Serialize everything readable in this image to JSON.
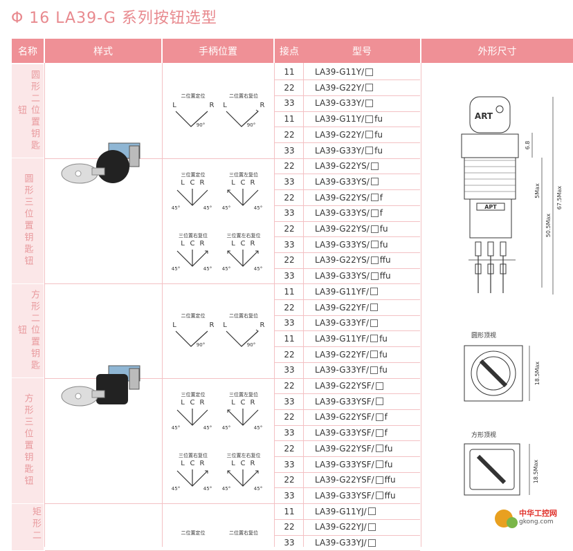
{
  "title": "Φ 16 LA39-G 系列按钮选型",
  "headers": [
    "名称",
    "样式",
    "手柄位置",
    "接点",
    "型号",
    "外形尺寸"
  ],
  "groups": [
    {
      "name": "圆形二位置钥匙钮",
      "rows": [
        [
          "11",
          "LA39-G11Y/",
          ""
        ],
        [
          "22",
          "LA39-G22Y/",
          ""
        ],
        [
          "33",
          "LA39-G33Y/",
          ""
        ],
        [
          "11",
          "LA39-G11Y/",
          "fu"
        ],
        [
          "22",
          "LA39-G22Y/",
          "fu"
        ],
        [
          "33",
          "LA39-G33Y/",
          "fu"
        ]
      ]
    },
    {
      "name": "圆形三位置钥匙钮",
      "rows": [
        [
          "22",
          "LA39-G22YS/",
          ""
        ],
        [
          "33",
          "LA39-G33YS/",
          ""
        ],
        [
          "22",
          "LA39-G22YS/",
          "f"
        ],
        [
          "33",
          "LA39-G33YS/",
          "f"
        ],
        [
          "22",
          "LA39-G22YS/",
          "fu"
        ],
        [
          "33",
          "LA39-G33YS/",
          "fu"
        ],
        [
          "22",
          "LA39-G22YS/",
          "ffu"
        ],
        [
          "33",
          "LA39-G33YS/",
          "ffu"
        ]
      ]
    },
    {
      "name": "方形二位置钥匙钮",
      "rows": [
        [
          "11",
          "LA39-G11YF/",
          ""
        ],
        [
          "22",
          "LA39-G22YF/",
          ""
        ],
        [
          "33",
          "LA39-G33YF/",
          ""
        ],
        [
          "11",
          "LA39-G11YF/",
          "fu"
        ],
        [
          "22",
          "LA39-G22YF/",
          "fu"
        ],
        [
          "33",
          "LA39-G33YF/",
          "fu"
        ]
      ]
    },
    {
      "name": "方形三位置钥匙钮",
      "rows": [
        [
          "22",
          "LA39-G22YSF/",
          ""
        ],
        [
          "33",
          "LA39-G33YSF/",
          ""
        ],
        [
          "22",
          "LA39-G22YSF/",
          "f"
        ],
        [
          "33",
          "LA39-G33YSF/",
          "f"
        ],
        [
          "22",
          "LA39-G22YSF/",
          "fu"
        ],
        [
          "33",
          "LA39-G33YSF/",
          "fu"
        ],
        [
          "22",
          "LA39-G22YSF/",
          "ffu"
        ],
        [
          "33",
          "LA39-G33YSF/",
          "ffu"
        ]
      ]
    },
    {
      "name": "矩形二",
      "rows": [
        [
          "11",
          "LA39-G11YJ/",
          ""
        ],
        [
          "22",
          "LA39-G22YJ/",
          ""
        ],
        [
          "33",
          "LA39-G33YJ/",
          ""
        ]
      ]
    }
  ],
  "handle": {
    "two_pos_fixed": "二位置定位",
    "two_pos_right_return": "二位置右复位",
    "three_pos_fixed": "三位置定位",
    "three_pos_left_return": "三位置左复位",
    "three_pos_right_return": "三位置右复位",
    "three_pos_both_return": "三位置左右复位",
    "L": "L",
    "C": "C",
    "R": "R",
    "deg90": "90°",
    "deg45": "45°"
  },
  "dims": {
    "round_top_view": "圆形顶视",
    "square_top_view": "方形顶视",
    "brand": "ART",
    "brand2": "APT",
    "d1": "6.8",
    "d2": "5Max",
    "d3": "50.5Max",
    "d4": "67.5Max",
    "d5": "18.5Max",
    "d6": "18.5Max"
  },
  "watermark": {
    "text": "中华工控网",
    "url": "gkong.com"
  }
}
